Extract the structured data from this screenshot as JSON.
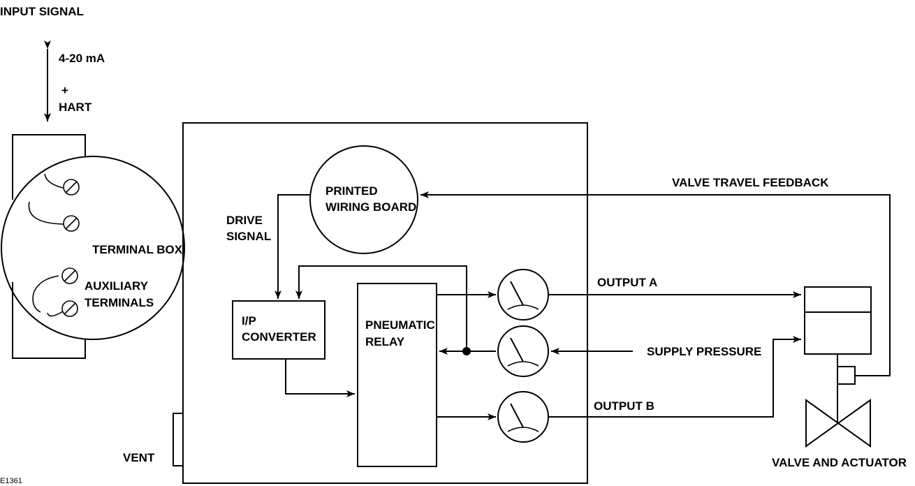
{
  "labels": {
    "input_signal": "INPUT SIGNAL",
    "current_range": "4-20 mA",
    "plus": "+",
    "hart": "HART",
    "terminal_box": "TERMINAL BOX",
    "auxiliary_1": "AUXILIARY",
    "auxiliary_2": "TERMINALS",
    "printed_1": "PRINTED",
    "printed_2": "WIRING BOARD",
    "drive_1": "DRIVE",
    "drive_2": "SIGNAL",
    "ip_1": "I/P",
    "ip_2": "CONVERTER",
    "relay_1": "PNEUMATIC",
    "relay_2": "RELAY",
    "output_a": "OUTPUT A",
    "output_b": "OUTPUT B",
    "supply_pressure": "SUPPLY PRESSURE",
    "valve_travel_feedback": "VALVE TRAVEL FEEDBACK",
    "vent": "VENT",
    "valve_and_actuator": "VALVE AND ACTUATOR",
    "figure_code": "E1361"
  }
}
